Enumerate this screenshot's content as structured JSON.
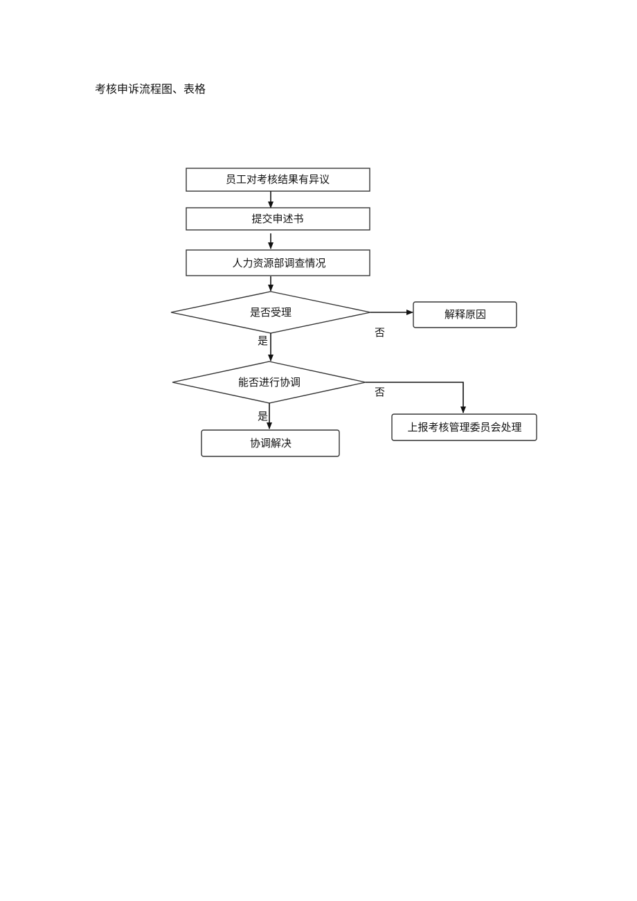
{
  "document": {
    "title": "考核申诉流程图、表格"
  },
  "flowchart": {
    "nodes": {
      "dispute": "员工对考核结果有异议",
      "submit": "提交申述书",
      "investigate": "人力资源部调查情况",
      "accept_decision": "是否受理",
      "explain_reason": "解释原因",
      "mediate_decision": "能否进行协调",
      "mediation_resolved": "协调解决",
      "report_committee": "上报考核管理委员会处理"
    },
    "edge_labels": {
      "accept_no": "否",
      "accept_yes": "是",
      "mediate_no": "否",
      "mediate_yes": "是"
    }
  }
}
